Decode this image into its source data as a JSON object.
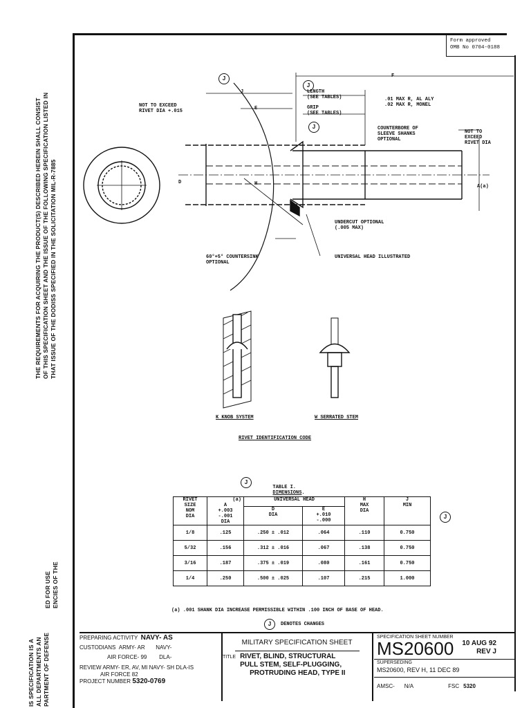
{
  "margin_text": {
    "top_line1": "THE REQUIREMENTS FOR ACQUIRING THE PRODUCT(S) DESCRIBED HEREIN SHALL CONSIST",
    "top_line2": "OF THIS SPECIFICATION SHEET AND THE ISSUE OF THE FOLLOWING SPECIFICATION LISTED IN",
    "top_line3": "THAT ISSUE OF THE DODISS SPECIFIED IN THE SOLICITATION   MIL-R-7885",
    "mid_line1": "ED FOR USE",
    "mid_line2": "ENCIES OF THE",
    "bot_line1": "IS SPECIFICATION IS A",
    "bot_line2": "ALL DEPARTMENTS AN",
    "bot_line3": "PARTMENT OF DEFENSE"
  },
  "form_box": {
    "line1": "Form approved",
    "line2": "OMB No  0704-0188"
  },
  "drawing_labels": {
    "not_exceed_left": "NOT TO EXCEED\nRIVET DIA +.015",
    "j": "J",
    "e": "E",
    "f": "F",
    "length": "LENGTH\n(SEE TABLES)",
    "grip": "GRIP\n(SEE TABLES)",
    "radius_note": ".01 MAX R, AL ALY\n.02 MAX R, MONEL",
    "counterbore": "COUNTERBORE OF\nSLEEVE SHANKS\nOPTIONAL",
    "not_exceed_right": "NOT TO\nEXCEED\nRIVET DIA",
    "d": "D",
    "h": "H",
    "a": "A(a)",
    "undercut": "UNDERCUT OPTIONAL\n(.005 MAX)",
    "universal_head": "UNIVERSAL HEAD ILLUSTRATED",
    "countersink": "60°+5° COUNTERSINK\nOPTIONAL",
    "k_knob": "K KNOB SYSTEM",
    "w_serrated": "W SERRATED STEM",
    "rivet_id": "RIVET IDENTIFICATION CODE",
    "circle_j": "J"
  },
  "table": {
    "title_prefix": "TABLE I.",
    "title_word": "DIMENSIONS",
    "title_end": ".",
    "h_rivet": "RIVET\nSIZE\nNOM\nDIA",
    "h_a_note": "(a)",
    "h_a": "A\n+.003\n-.001\nDIA",
    "h_universal": "UNIVERSAL HEAD",
    "h_d": "D\nDIA",
    "h_e": "E\n+.010\n-.000",
    "h_h": "H\nMAX\nDIA",
    "h_j": "J\nMIN",
    "rows": [
      [
        "1/8",
        ".125",
        ".250  ±  .012",
        ".064",
        ".110",
        "0.750"
      ],
      [
        "5/32",
        ".156",
        ".312  ±  .016",
        ".067",
        ".138",
        "0.750"
      ],
      [
        "3/16",
        ".187",
        ".375  ±  .019",
        ".080",
        ".161",
        "0.750"
      ],
      [
        "1/4",
        ".250",
        ".500  ±  .025",
        ".107",
        ".215",
        "1.000"
      ]
    ],
    "footnote": "(a) .001 SHANK DIA INCREASE PERMISSIBLE WITHIN .100 INCH OF BASE OF HEAD.",
    "denotes": "DENOTES CHANGES"
  },
  "footer": {
    "preparing_label": "PREPARING ACTIVITY",
    "preparing_value": "NAVY- AS",
    "custodians_label": "CUSTODIANS",
    "custodians_army": "ARMY- AR",
    "custodians_navy": "NAVY-",
    "custodians_af": "AIR FORCE- 99",
    "custodians_dla": "DLA-",
    "review": "REVIEW ARMY- ER, AV, MI NAVY- SH DLA-IS",
    "review2": "AIR FORCE 82",
    "project_label": "PROJECT NUMBER",
    "project_value": "5320-0769",
    "mil_sheet": "MILITARY SPECIFICATION SHEET",
    "title_label": "TITLE",
    "title_line1": "RIVET, BLIND, STRUCTURAL",
    "title_line2": "PULL STEM, SELF-PLUGGING,",
    "title_line3": "PROTRUDING HEAD, TYPE II",
    "spec_number_label": "SPECIFICATION SHEET NUMBER",
    "spec_number": "MS20600",
    "date": "10 AUG 92",
    "rev": "REV  J",
    "superseding_label": "SUPERSEDING",
    "superseding_value": "MS20600, REV H, 11 DEC 89",
    "amsc_label": "AMSC-",
    "amsc_value": "N/A",
    "fsc_label": "FSC",
    "fsc_value": "5320"
  }
}
